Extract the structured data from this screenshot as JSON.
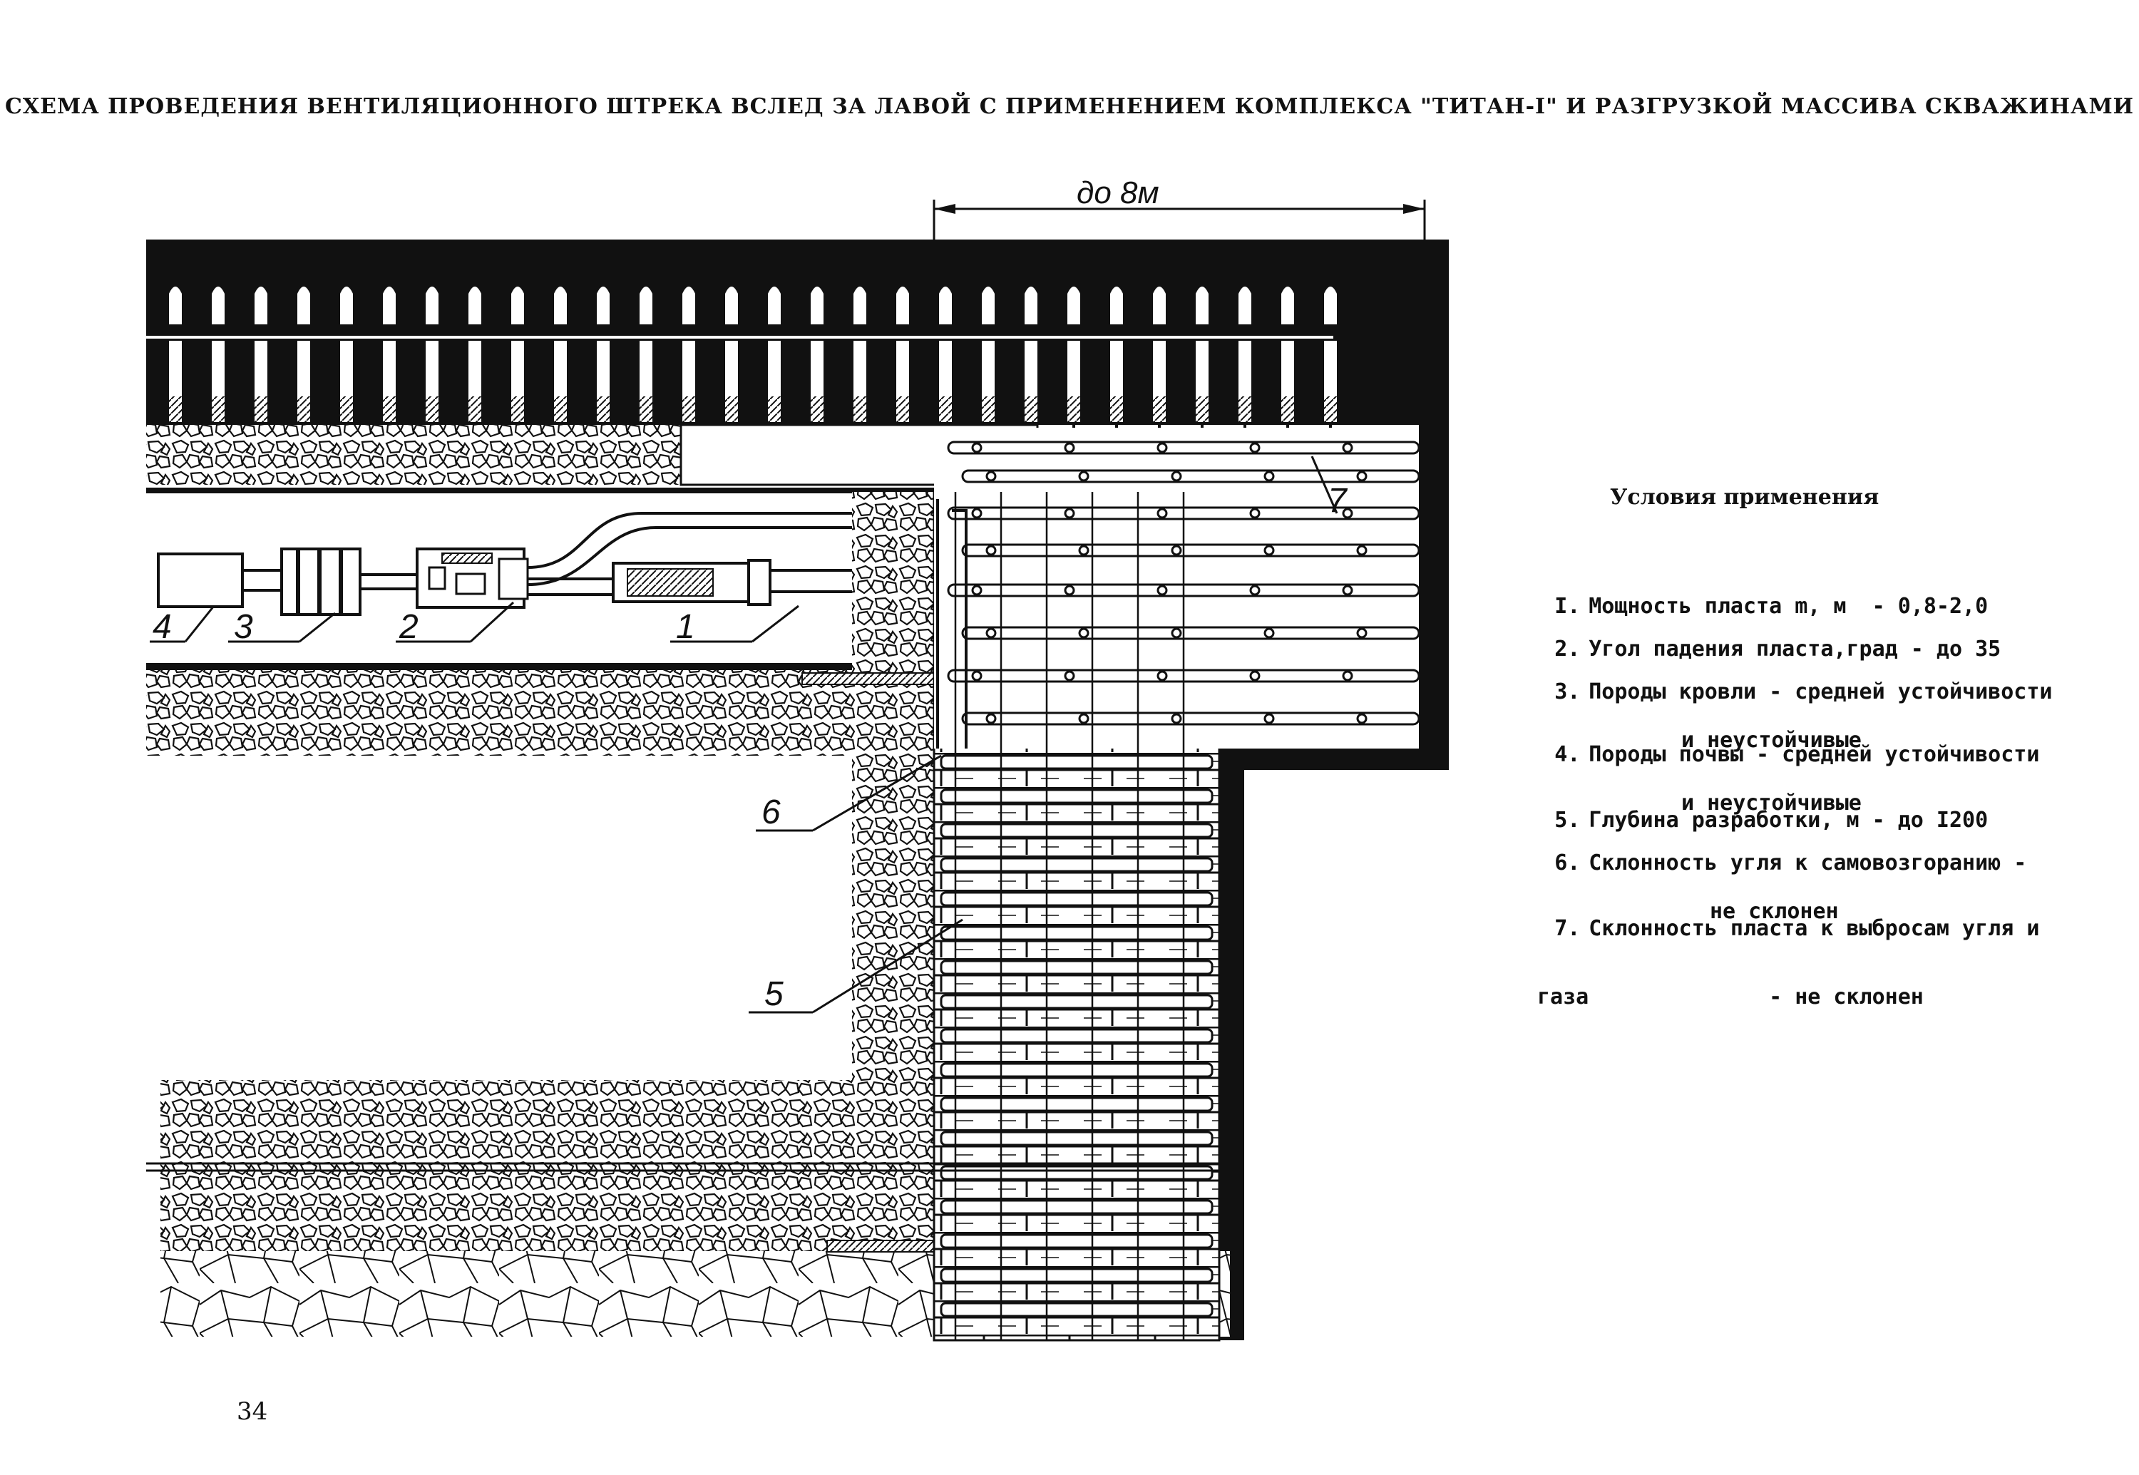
{
  "title": "СХЕМА ПРОВЕДЕНИЯ ВЕНТИЛЯЦИОННОГО ШТРЕКА ВСЛЕД ЗА ЛАВОЙ С ПРИМЕНЕНИЕМ КОМПЛЕКСА \"ТИТАН-I\" И РАЗГРУЗКОЙ МАССИВА СКВАЖИНАМИ",
  "dimension_label": "до 8м",
  "callouts": [
    "1",
    "2",
    "3",
    "4",
    "5",
    "6",
    "7"
  ],
  "conditions": {
    "heading": "Условия применения",
    "items": [
      {
        "num": "I.",
        "text": "Мощность пласта m, м  - 0,8-2,0"
      },
      {
        "num": "2.",
        "text": "Угол падения пласта,град - до 35"
      },
      {
        "num": "3.",
        "text": "Породы кровли - средней устойчивости",
        "cont": "и неустойчивые"
      },
      {
        "num": "4.",
        "text": "Породы почвы - средней устойчивости",
        "cont": "и неустойчивые"
      },
      {
        "num": "5.",
        "text": "Глубина разработки, м - до I200"
      },
      {
        "num": "6.",
        "text": "Склонность угля к самовозгоранию -",
        "cont": "не склонен"
      },
      {
        "num": "7.",
        "text": "Склонность пласта к выбросам угля и",
        "cont": "газа              - не склонен"
      }
    ]
  },
  "page_number": "34",
  "colors": {
    "ink": "#111111",
    "paper": "#ffffff"
  }
}
